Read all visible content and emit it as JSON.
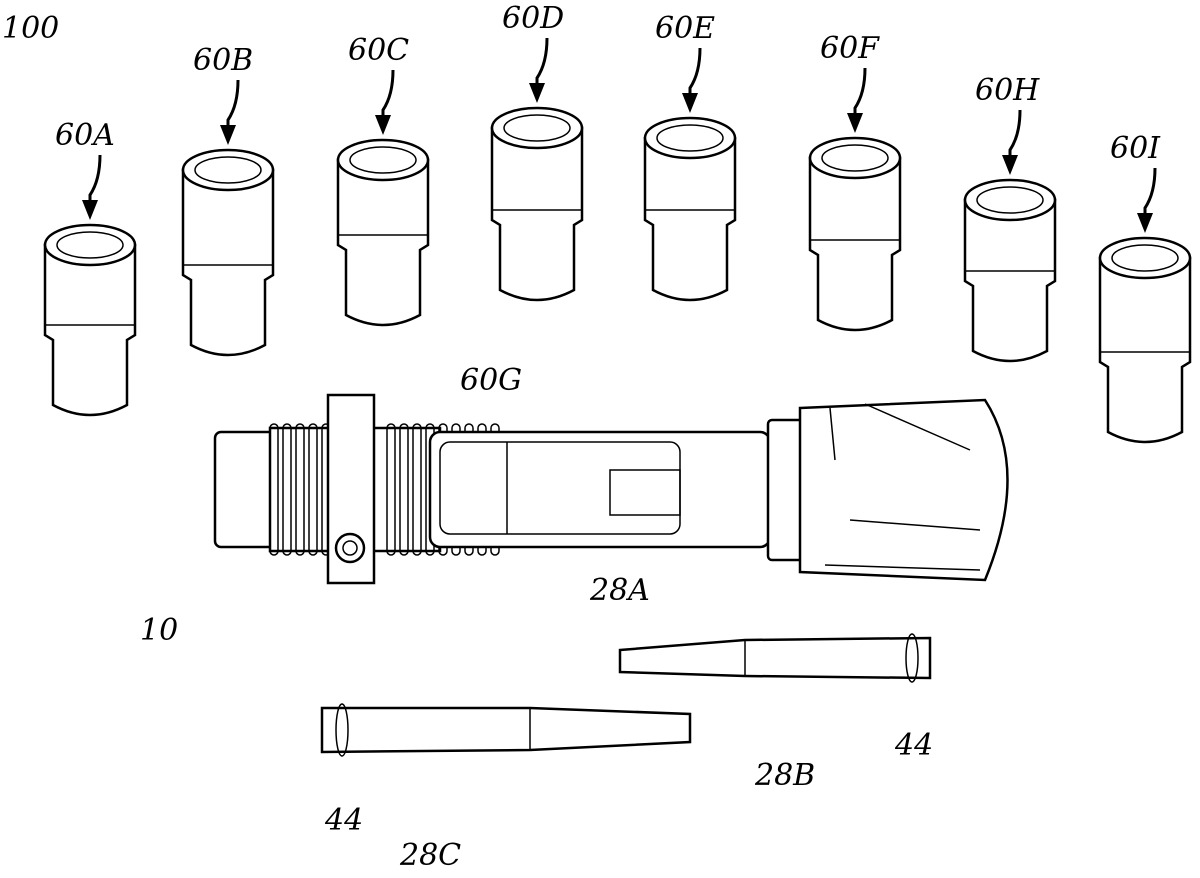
{
  "figure": {
    "assembly_label": "100",
    "connector_label": "10",
    "sleeves": [
      {
        "label": "60A"
      },
      {
        "label": "60B"
      },
      {
        "label": "60C"
      },
      {
        "label": "60D"
      },
      {
        "label": "60E"
      },
      {
        "label": "60F"
      },
      {
        "label": "60H"
      },
      {
        "label": "60I"
      }
    ],
    "inserted_sleeve_label": "60G",
    "pins": [
      {
        "label": "28A"
      },
      {
        "label": "28B"
      },
      {
        "label": "28C"
      }
    ],
    "ring_label": "44"
  }
}
